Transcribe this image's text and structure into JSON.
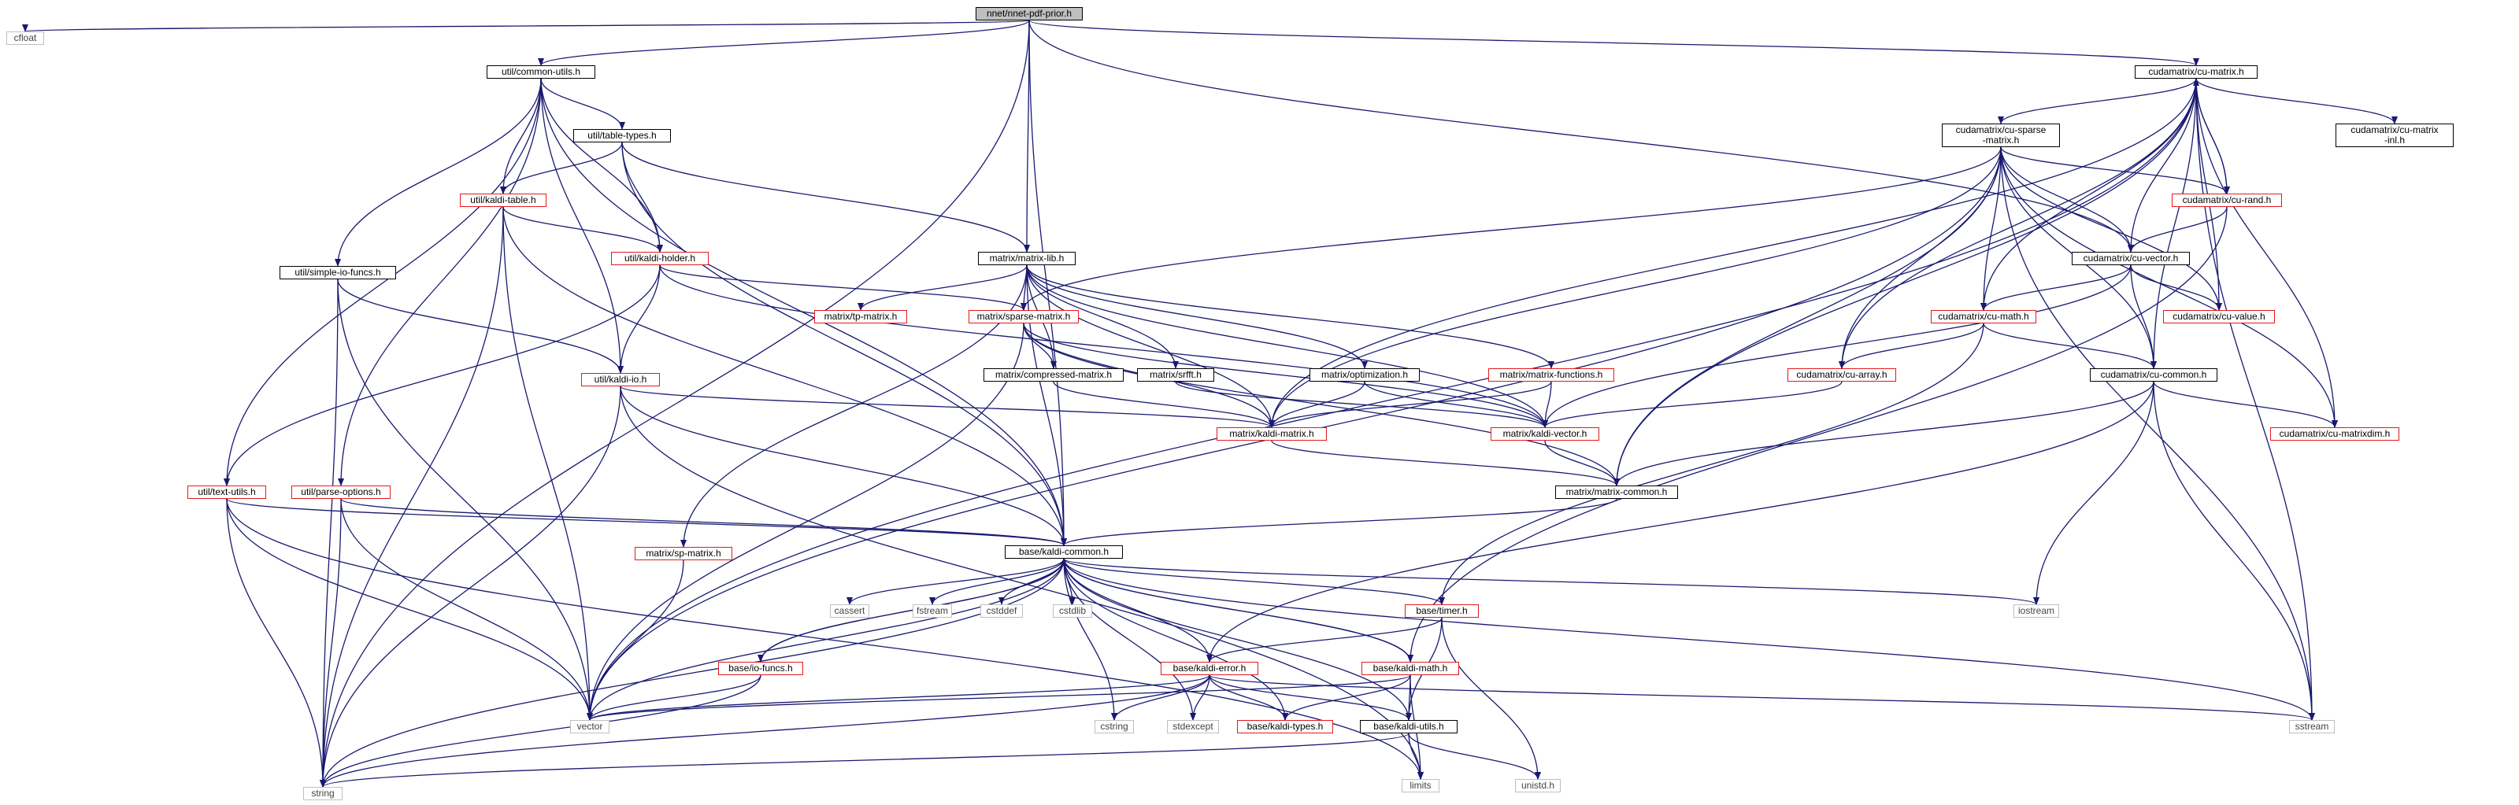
{
  "graph": {
    "edge_color": "#191970",
    "nodes": [
      {
        "id": "root",
        "label": "nnet/nnet-pdf-prior.h",
        "kind": "root"
      },
      {
        "id": "cfloat",
        "label": "cfloat",
        "kind": "std"
      },
      {
        "id": "string",
        "label": "string",
        "kind": "std"
      },
      {
        "id": "vector",
        "label": "vector",
        "kind": "std"
      },
      {
        "id": "limits",
        "label": "limits",
        "kind": "std"
      },
      {
        "id": "unistd",
        "label": "unistd.h",
        "kind": "std"
      },
      {
        "id": "sstream",
        "label": "sstream",
        "kind": "std"
      },
      {
        "id": "iostream",
        "label": "iostream",
        "kind": "std"
      },
      {
        "id": "cassert",
        "label": "cassert",
        "kind": "std"
      },
      {
        "id": "fstream",
        "label": "fstream",
        "kind": "std"
      },
      {
        "id": "cstddef",
        "label": "cstddef",
        "kind": "std"
      },
      {
        "id": "cstdlib",
        "label": "cstdlib",
        "kind": "std"
      },
      {
        "id": "cstring",
        "label": "cstring",
        "kind": "std"
      },
      {
        "id": "stdexcept",
        "label": "stdexcept",
        "kind": "std"
      },
      {
        "id": "commonutils",
        "label": "util/common-utils.h",
        "kind": "normal"
      },
      {
        "id": "tabletypes",
        "label": "util/table-types.h",
        "kind": "normal"
      },
      {
        "id": "kalditable",
        "label": "util/kaldi-table.h",
        "kind": "incomplete"
      },
      {
        "id": "kaldiholder",
        "label": "util/kaldi-holder.h",
        "kind": "incomplete"
      },
      {
        "id": "simpleio",
        "label": "util/simple-io-funcs.h",
        "kind": "normal"
      },
      {
        "id": "kaldiio",
        "label": "util/kaldi-io.h",
        "kind": "incomplete"
      },
      {
        "id": "textutils",
        "label": "util/text-utils.h",
        "kind": "incomplete"
      },
      {
        "id": "parseoptions",
        "label": "util/parse-options.h",
        "kind": "incomplete"
      },
      {
        "id": "matrixlib",
        "label": "matrix/matrix-lib.h",
        "kind": "normal"
      },
      {
        "id": "tpmatrix",
        "label": "matrix/tp-matrix.h",
        "kind": "incomplete"
      },
      {
        "id": "sparsematrix",
        "label": "matrix/sparse-matrix.h",
        "kind": "incomplete"
      },
      {
        "id": "compressed",
        "label": "matrix/compressed-matrix.h",
        "kind": "normal"
      },
      {
        "id": "srfft",
        "label": "matrix/srfft.h",
        "kind": "normal"
      },
      {
        "id": "optimization",
        "label": "matrix/optimization.h",
        "kind": "normal"
      },
      {
        "id": "matrixfunctions",
        "label": "matrix/matrix-functions.h",
        "kind": "incomplete"
      },
      {
        "id": "kaldimatrix",
        "label": "matrix/kaldi-matrix.h",
        "kind": "incomplete"
      },
      {
        "id": "kaldivector",
        "label": "matrix/kaldi-vector.h",
        "kind": "incomplete"
      },
      {
        "id": "matrixcommon",
        "label": "matrix/matrix-common.h",
        "kind": "normal"
      },
      {
        "id": "spmatrix",
        "label": "matrix/sp-matrix.h",
        "kind": "incomplete"
      },
      {
        "id": "kaldicommon",
        "label": "base/kaldi-common.h",
        "kind": "normal"
      },
      {
        "id": "timer",
        "label": "base/timer.h",
        "kind": "incomplete"
      },
      {
        "id": "iofuncs",
        "label": "base/io-funcs.h",
        "kind": "incomplete"
      },
      {
        "id": "kaldierror",
        "label": "base/kaldi-error.h",
        "kind": "incomplete"
      },
      {
        "id": "kaldimath",
        "label": "base/kaldi-math.h",
        "kind": "incomplete"
      },
      {
        "id": "kalditypes",
        "label": "base/kaldi-types.h",
        "kind": "incomplete"
      },
      {
        "id": "kaldiutils",
        "label": "base/kaldi-utils.h",
        "kind": "normal"
      },
      {
        "id": "cumatrix",
        "label": "cudamatrix/cu-matrix.h",
        "kind": "normal"
      },
      {
        "id": "cusparse",
        "label": "cudamatrix/cu-sparse\n-matrix.h",
        "kind": "normal"
      },
      {
        "id": "cumatrixinl",
        "label": "cudamatrix/cu-matrix\n-inl.h",
        "kind": "normal"
      },
      {
        "id": "curand",
        "label": "cudamatrix/cu-rand.h",
        "kind": "incomplete"
      },
      {
        "id": "cuvector",
        "label": "cudamatrix/cu-vector.h",
        "kind": "normal"
      },
      {
        "id": "cumath",
        "label": "cudamatrix/cu-math.h",
        "kind": "incomplete"
      },
      {
        "id": "cuvalue",
        "label": "cudamatrix/cu-value.h",
        "kind": "incomplete"
      },
      {
        "id": "cuarray",
        "label": "cudamatrix/cu-array.h",
        "kind": "incomplete"
      },
      {
        "id": "cucommon",
        "label": "cudamatrix/cu-common.h",
        "kind": "normal"
      },
      {
        "id": "cumatrixdim",
        "label": "cudamatrix/cu-matrixdim.h",
        "kind": "incomplete"
      }
    ],
    "edges": [
      [
        "root",
        "cfloat"
      ],
      [
        "root",
        "string"
      ],
      [
        "root",
        "commonutils"
      ],
      [
        "root",
        "matrixlib"
      ],
      [
        "root",
        "cumatrix"
      ],
      [
        "root",
        "cuvector"
      ],
      [
        "root",
        "kaldicommon"
      ],
      [
        "commonutils",
        "tabletypes"
      ],
      [
        "commonutils",
        "kalditable"
      ],
      [
        "commonutils",
        "kaldiholder"
      ],
      [
        "commonutils",
        "simpleio"
      ],
      [
        "commonutils",
        "kaldiio"
      ],
      [
        "commonutils",
        "textutils"
      ],
      [
        "commonutils",
        "parseoptions"
      ],
      [
        "commonutils",
        "kaldicommon"
      ],
      [
        "tabletypes",
        "kalditable"
      ],
      [
        "tabletypes",
        "kaldiholder"
      ],
      [
        "tabletypes",
        "matrixlib"
      ],
      [
        "tabletypes",
        "kaldicommon"
      ],
      [
        "kalditable",
        "kaldiholder"
      ],
      [
        "kalditable",
        "string"
      ],
      [
        "kalditable",
        "vector"
      ],
      [
        "kalditable",
        "kaldicommon"
      ],
      [
        "kaldiholder",
        "kaldiio"
      ],
      [
        "kaldiholder",
        "textutils"
      ],
      [
        "kaldiholder",
        "sparsematrix"
      ],
      [
        "kaldiholder",
        "kaldivector"
      ],
      [
        "simpleio",
        "kaldiio"
      ],
      [
        "simpleio",
        "vector"
      ],
      [
        "simpleio",
        "string"
      ],
      [
        "kaldiio",
        "kaldimatrix"
      ],
      [
        "kaldiio",
        "kaldicommon"
      ],
      [
        "kaldiio",
        "limits"
      ],
      [
        "kaldiio",
        "string"
      ],
      [
        "textutils",
        "kaldicommon"
      ],
      [
        "textutils",
        "vector"
      ],
      [
        "textutils",
        "string"
      ],
      [
        "textutils",
        "limits"
      ],
      [
        "parseoptions",
        "kaldicommon"
      ],
      [
        "parseoptions",
        "vector"
      ],
      [
        "parseoptions",
        "string"
      ],
      [
        "matrixlib",
        "tpmatrix"
      ],
      [
        "matrixlib",
        "sparsematrix"
      ],
      [
        "matrixlib",
        "compressed"
      ],
      [
        "matrixlib",
        "srfft"
      ],
      [
        "matrixlib",
        "optimization"
      ],
      [
        "matrixlib",
        "matrixfunctions"
      ],
      [
        "matrixlib",
        "kaldimatrix"
      ],
      [
        "matrixlib",
        "kaldivector"
      ],
      [
        "matrixlib",
        "spmatrix"
      ],
      [
        "matrixlib",
        "kaldicommon"
      ],
      [
        "sparsematrix",
        "compressed"
      ],
      [
        "sparsematrix",
        "kaldimatrix"
      ],
      [
        "sparsematrix",
        "kaldivector"
      ],
      [
        "sparsematrix",
        "matrixcommon"
      ],
      [
        "sparsematrix",
        "vector"
      ],
      [
        "compressed",
        "kaldimatrix"
      ],
      [
        "srfft",
        "kaldivector"
      ],
      [
        "optimization",
        "kaldimatrix"
      ],
      [
        "optimization",
        "kaldivector"
      ],
      [
        "matrixfunctions",
        "kaldimatrix"
      ],
      [
        "matrixfunctions",
        "kaldivector"
      ],
      [
        "kaldimatrix",
        "matrixcommon"
      ],
      [
        "kaldivector",
        "matrixcommon"
      ],
      [
        "matrixcommon",
        "kaldicommon"
      ],
      [
        "spmatrix",
        "vector"
      ],
      [
        "kaldicommon",
        "cassert"
      ],
      [
        "kaldicommon",
        "fstream"
      ],
      [
        "kaldicommon",
        "cstddef"
      ],
      [
        "kaldicommon",
        "cstdlib"
      ],
      [
        "kaldicommon",
        "cstring"
      ],
      [
        "kaldicommon",
        "stdexcept"
      ],
      [
        "kaldicommon",
        "iostream"
      ],
      [
        "kaldicommon",
        "sstream"
      ],
      [
        "kaldicommon",
        "string"
      ],
      [
        "kaldicommon",
        "vector"
      ],
      [
        "kaldicommon",
        "timer"
      ],
      [
        "kaldicommon",
        "iofuncs"
      ],
      [
        "kaldicommon",
        "kaldierror"
      ],
      [
        "kaldicommon",
        "kaldimath"
      ],
      [
        "kaldicommon",
        "kalditypes"
      ],
      [
        "kaldicommon",
        "kaldiutils"
      ],
      [
        "iofuncs",
        "kaldicommon"
      ],
      [
        "iofuncs",
        "vector"
      ],
      [
        "iofuncs",
        "string"
      ],
      [
        "timer",
        "kaldierror"
      ],
      [
        "timer",
        "kaldiutils"
      ],
      [
        "timer",
        "unistd"
      ],
      [
        "kaldierror",
        "vector"
      ],
      [
        "kaldierror",
        "string"
      ],
      [
        "kaldierror",
        "cstring"
      ],
      [
        "kaldierror",
        "stdexcept"
      ],
      [
        "kaldierror",
        "sstream"
      ],
      [
        "kaldierror",
        "kalditypes"
      ],
      [
        "kaldierror",
        "kaldiutils"
      ],
      [
        "kaldimath",
        "kaldicommon"
      ],
      [
        "kaldimath",
        "kalditypes"
      ],
      [
        "kaldimath",
        "kaldiutils"
      ],
      [
        "kaldimath",
        "limits"
      ],
      [
        "kaldimath",
        "vector"
      ],
      [
        "kaldiutils",
        "string"
      ],
      [
        "kaldiutils",
        "limits"
      ],
      [
        "kaldiutils",
        "unistd"
      ],
      [
        "cumatrix",
        "cusparse"
      ],
      [
        "cumatrix",
        "cumatrixinl"
      ],
      [
        "cumatrix",
        "curand"
      ],
      [
        "cumatrix",
        "cuvector"
      ],
      [
        "cumatrix",
        "cumath"
      ],
      [
        "cumatrix",
        "cuvalue"
      ],
      [
        "cumatrix",
        "cuarray"
      ],
      [
        "cumatrix",
        "cucommon"
      ],
      [
        "cumatrix",
        "cumatrixdim"
      ],
      [
        "cumatrix",
        "kaldimatrix"
      ],
      [
        "cumatrix",
        "matrixcommon"
      ],
      [
        "cumatrix",
        "sstream"
      ],
      [
        "cumatrix",
        "vector"
      ],
      [
        "cusparse",
        "curand"
      ],
      [
        "cusparse",
        "cuvector"
      ],
      [
        "cusparse",
        "cumath"
      ],
      [
        "cusparse",
        "cuvalue"
      ],
      [
        "cusparse",
        "cuarray"
      ],
      [
        "cusparse",
        "cucommon"
      ],
      [
        "cusparse",
        "cumatrixdim"
      ],
      [
        "cusparse",
        "kaldimatrix"
      ],
      [
        "cusparse",
        "sparsematrix"
      ],
      [
        "cusparse",
        "matrixcommon"
      ],
      [
        "cusparse",
        "vector"
      ],
      [
        "cusparse",
        "sstream"
      ],
      [
        "curand",
        "cumatrix"
      ],
      [
        "curand",
        "cuvector"
      ],
      [
        "curand",
        "kaldimath"
      ],
      [
        "cuvector",
        "cumath"
      ],
      [
        "cuvector",
        "cuvalue"
      ],
      [
        "cuvector",
        "cucommon"
      ],
      [
        "cuvector",
        "kaldivector"
      ],
      [
        "cumath",
        "cuarray"
      ],
      [
        "cumath",
        "cucommon"
      ],
      [
        "cumath",
        "timer"
      ],
      [
        "cuarray",
        "kaldivector"
      ],
      [
        "cucommon",
        "cumatrixdim"
      ],
      [
        "cucommon",
        "matrixcommon"
      ],
      [
        "cucommon",
        "iostream"
      ],
      [
        "cucommon",
        "sstream"
      ],
      [
        "cucommon",
        "kaldierror"
      ]
    ]
  }
}
